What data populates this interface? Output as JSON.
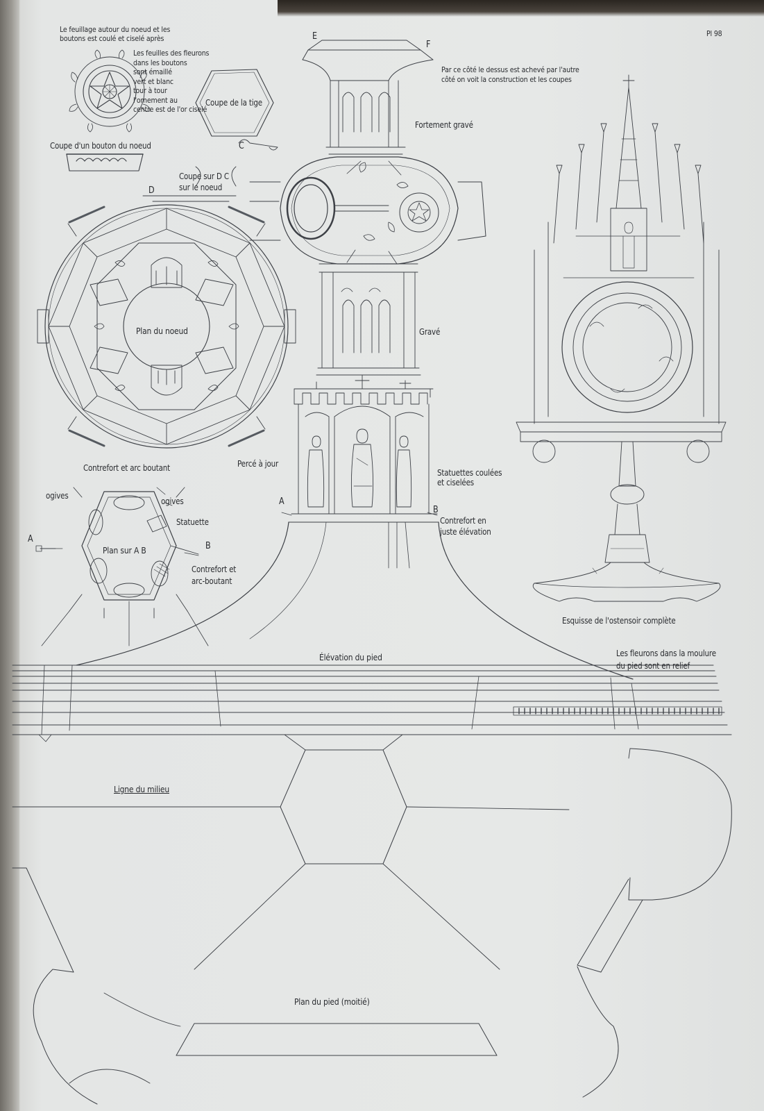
{
  "plate_number": "Pl 98",
  "texts": {
    "feuillage": "Le feuillage autour du noeud et les\nboutons est coulé et ciselé après",
    "feuilles": "Les feuilles des fleurons\ndans les boutons\nsont émaillé\nvert et blanc\ntour à tour\nl'ornement au\ncentre est de l'or ciselé",
    "coupe_tige": "Coupe de la tige",
    "coupe_bouton": "Coupe d'un bouton du noeud",
    "coupe_dc": "Coupe sur D C\nsur le noeud",
    "letter_d": "D",
    "letter_c": "C",
    "letter_e": "E",
    "letter_f": "F",
    "par_ce_cote": "Par ce côté le dessus est achevé par l'autre\ncôté on voit la construction et les coupes",
    "fortement_grave": "Fortement gravé",
    "plan_noeud": "Plan du noeud",
    "grave": "Gravé",
    "perce_jour": "Percé à jour",
    "statuettes": "Statuettes coulées\net ciselées",
    "letter_a_mid": "A",
    "letter_b_mid": "B",
    "contrefort_elev": "Contrefort en\njuste élévation",
    "contrefort_arc": "Contrefort et arc boutant",
    "ogives_left": "ogives",
    "ogives_right": "ogives",
    "statuette": "Statuette",
    "plan_ab": "Plan sur A B",
    "letter_a_left": "A",
    "letter_b_left": "B",
    "contrefort_arc2": "Contrefort et\narc-boutant",
    "esquisse": "Esquisse de l'ostensoir complète",
    "elevation_pied": "Élévation du pied",
    "fleurons": "Les fleurons dans la moulure\ndu pied sont en relief",
    "ligne_milieu": "Ligne du milieu",
    "plan_pied": "Plan du pied (moitié)"
  }
}
